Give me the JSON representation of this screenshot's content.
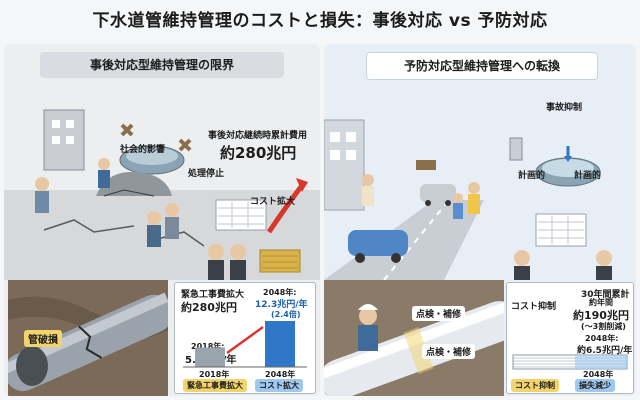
{
  "page_title": "下水道管維持管理のコストと損失：事後対応 vs 予防対応",
  "left": {
    "heading": "事後対応型維持管理の限界",
    "social_impact": "社会的影響",
    "service_stop": "処理停止",
    "cumulative_label": "事後対応継続時累計費用",
    "cumulative_value": "約280兆円",
    "cost_increase": "コスト拡大",
    "pipe_damage": "管破損",
    "emergency_label": "緊急工事費拡大",
    "emergency_value": "約280兆円",
    "bar_2018_label": "2018年:",
    "bar_2018_value": "5.2兆円/年",
    "bar_2048_label": "2048年:",
    "bar_2048_value": "12.3兆円/年",
    "bar_2048_ratio": "(2.4倍)",
    "x_2018": "2018年",
    "x_2048": "2048年",
    "footer_left": "緊急工事費拡大",
    "footer_right": "コスト拡大"
  },
  "right": {
    "heading": "予防対応型維持管理への転換",
    "accident_suppression": "事故抑制",
    "planned_1": "計画的",
    "planned_2": "計画的",
    "inspection_1": "点検・補修",
    "inspection_2": "点検・補修",
    "cost_suppression": "コスト抑制",
    "total_label": "30年間累計",
    "total_sub": "約年間",
    "total_value": "約190兆円",
    "total_note": "(〜3割削減)",
    "year_label": "2048年:",
    "year_value": "約6.5兆円/年",
    "x_2048": "2048年",
    "footer_left": "コスト抑制",
    "footer_right": "損失減少"
  },
  "chart_data": {
    "type": "bar",
    "categories": [
      "2018年",
      "2048年"
    ],
    "values": [
      5.2,
      12.3
    ],
    "ylabel": ""
  },
  "colors": {
    "accent_red": "#d8382c",
    "accent_blue": "#2f78c8",
    "gold": "#d9b24a"
  }
}
